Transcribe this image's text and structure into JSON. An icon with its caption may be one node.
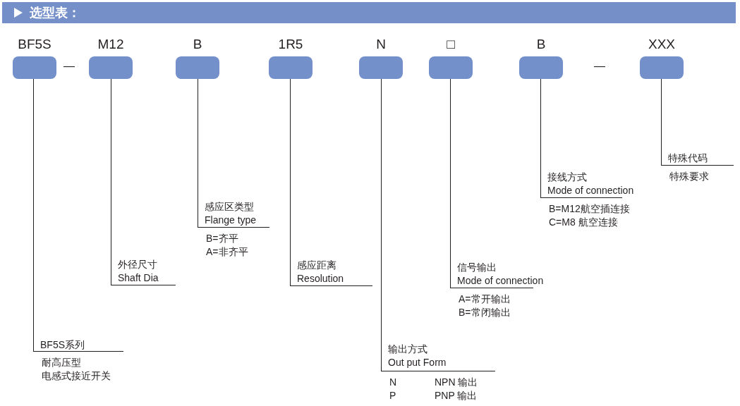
{
  "diagram": {
    "title": "选型表：",
    "nodes": [
      {
        "text": [
          "BF5S"
        ]
      },
      {
        "text": [
          "M12"
        ]
      },
      {
        "text": [
          "B"
        ]
      },
      {
        "text": [
          "1R5"
        ]
      },
      {
        "text": [
          "N"
        ]
      },
      {
        "text": [
          "□"
        ]
      },
      {
        "text": [
          "B"
        ]
      },
      {
        "text": [
          "XXX"
        ]
      },
      {
        "text": [
          "BF5S系列"
        ],
        "beside": [
          "耐高压型",
          "电感式接近开关"
        ]
      },
      {
        "text": [
          "外径尺寸",
          "Shaft Dia"
        ]
      },
      {
        "text": [
          "感应区类型",
          "Flange type"
        ],
        "beside": [
          "B=齐平",
          "A=非齐平"
        ]
      },
      {
        "text": [
          "感应距离",
          "Resolution"
        ]
      },
      {
        "text": [
          "输出方式",
          "Out put Form"
        ],
        "beside": [
          "N",
          "NPN 输出",
          "P",
          "PNP 输出"
        ]
      },
      {
        "text": [
          "信号输出",
          "Mode of connection"
        ],
        "beside": [
          "A=常开输出",
          "B=常闭输出"
        ]
      },
      {
        "text": [
          "接线方式",
          "Mode of connection"
        ],
        "beside": [
          "B=M12航空插连接",
          "C=M8  航空连接"
        ]
      },
      {
        "text": [
          "特殊代码"
        ],
        "beside": [
          "特殊要求"
        ]
      }
    ],
    "edges": [
      {
        "from": 0,
        "to": 8,
        "arrow": "none"
      },
      {
        "from": 1,
        "to": 9,
        "arrow": "none"
      },
      {
        "from": 2,
        "to": 10,
        "arrow": "none"
      },
      {
        "from": 3,
        "to": 11,
        "arrow": "none"
      },
      {
        "from": 4,
        "to": 12,
        "arrow": "none"
      },
      {
        "from": 5,
        "to": 13,
        "arrow": "none"
      },
      {
        "from": 6,
        "to": 14,
        "arrow": "none"
      },
      {
        "from": 7,
        "to": 15,
        "arrow": "none"
      }
    ],
    "labels": [
      "—",
      "—"
    ]
  }
}
